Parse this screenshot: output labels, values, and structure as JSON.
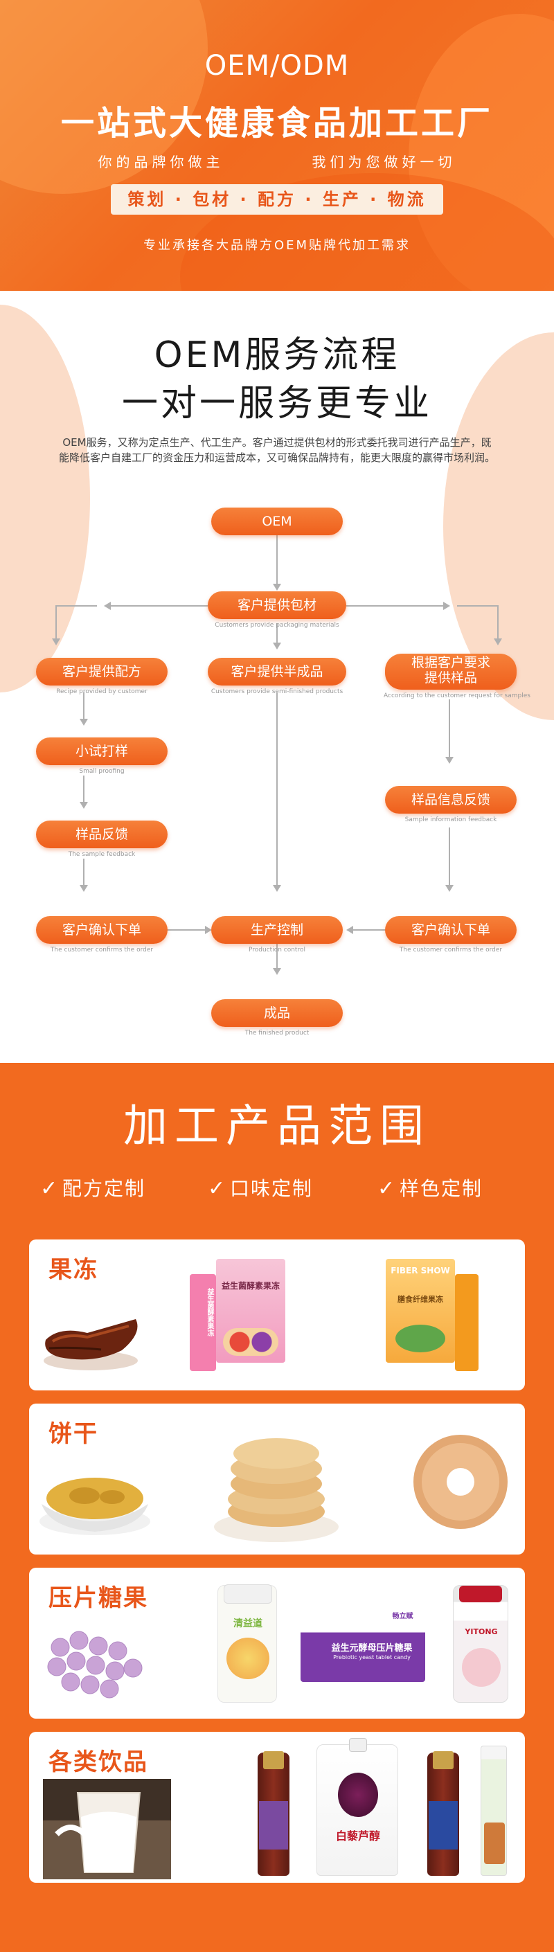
{
  "hero": {
    "title_en": "OEM/ODM",
    "title_cn": "一站式大健康食品加工工厂",
    "slogan": "你的品牌你做主   我们为您做好一切",
    "services": "策划 · 包材 · 配方 · 生产 · 物流",
    "description": "专业承接各大品牌方OEM贴牌代加工需求"
  },
  "process": {
    "title": "OEM服务流程",
    "subtitle": "一对一服务更专业",
    "intro": "OEM服务，又称为定点生产、代工生产。客户通过提供包材的形式委托我司进行产品生产，既能降低客户自建工厂的资金压力和运营成本，又可确保品牌持有，能更大限度的赢得市场利润。",
    "nodes": {
      "oem": {
        "label": "OEM"
      },
      "packaging": {
        "label": "客户提供包材",
        "sub": "Customers provide packaging materials"
      },
      "formula": {
        "label": "客户提供配方",
        "sub": "Recipe provided by customer"
      },
      "semi": {
        "label": "客户提供半成品",
        "sub": "Customers provide semi-finished products"
      },
      "sample_req_line1": "根据客户要求",
      "sample_req_line2": "提供样品",
      "sample_req_sub": "According to the customer request for samples",
      "trial": {
        "label": "小试打样",
        "sub": "Small proofing"
      },
      "sample_info": {
        "label": "样品信息反馈",
        "sub": "Sample information feedback"
      },
      "feedback": {
        "label": "样品反馈",
        "sub": "The sample feedback"
      },
      "confirm_left": {
        "label": "客户确认下单",
        "sub": "The customer confirms the order"
      },
      "control": {
        "label": "生产控制",
        "sub": "Production control"
      },
      "confirm_right": {
        "label": "客户确认下单",
        "sub": "The customer confirms the order"
      },
      "finished": {
        "label": "成品",
        "sub": "The finished product"
      }
    }
  },
  "range": {
    "title": "加工产品范围",
    "features": [
      "配方定制",
      "口味定制",
      "样色定制"
    ],
    "categories": [
      {
        "label": "果冻"
      },
      {
        "label": "饼干"
      },
      {
        "label": "压片糖果"
      },
      {
        "label": "各类饮品"
      }
    ],
    "products": {
      "jelly_box": "益生菌酵素果冻",
      "jelly_stick": "益生菌酵素果冻",
      "fiber_box": "FIBER SHOW",
      "fiber_box_sub": "膳食纤维果冻",
      "candy_bottle": "清益道",
      "candy_box_brand": "畅立赋",
      "candy_box": "益生元酵母压片糖果",
      "candy_box_sub": "Prebiotic yeast tablet candy",
      "candy_jar": "YITONG",
      "drink_pouch": "白藜芦醇"
    }
  },
  "colors": {
    "brand_orange": "#f26a1f",
    "node_orange": "#ef5f1c",
    "label_orange": "#e8561a",
    "peach": "#fbdcc8"
  },
  "icons": [
    "check-icon",
    "arrow-down-icon",
    "arrow-left-icon",
    "arrow-right-icon"
  ]
}
